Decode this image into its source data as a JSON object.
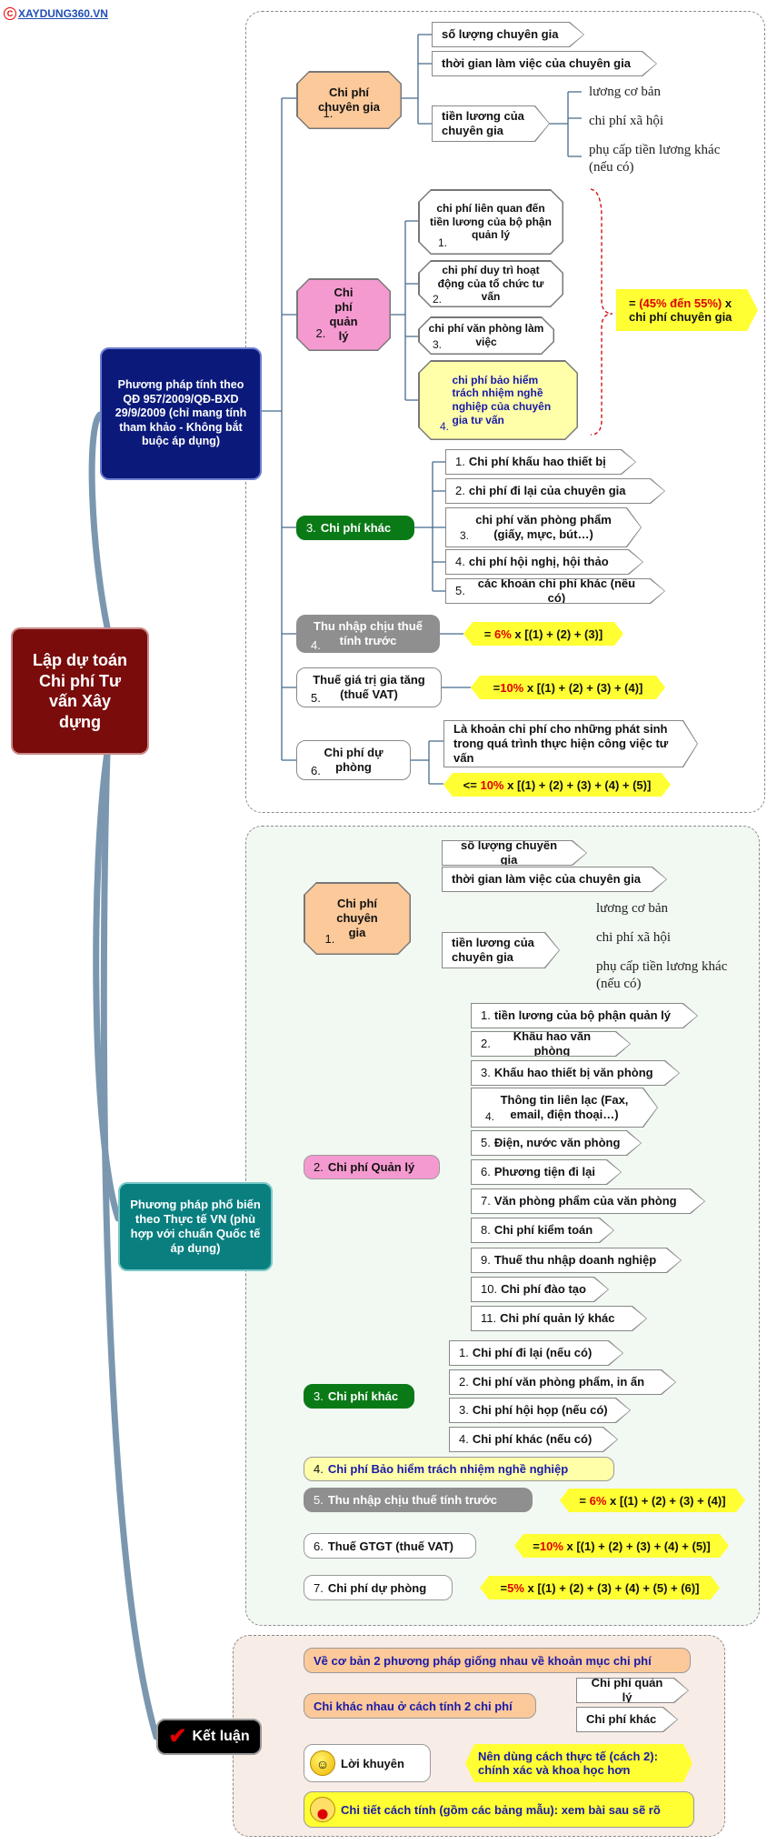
{
  "watermark": "XAYDUNG360.VN",
  "root": {
    "label": "Lập dự toán Chi phí Tư vấn Xây dựng"
  },
  "method1": {
    "label": "Phương pháp tính theo QĐ 957/2009/QĐ-BXD 29/9/2009 (chỉ mang tính tham khảo - Không bắt buộc áp dụng)",
    "expert": {
      "label": "Chi phí chuyên gia",
      "num": "1.",
      "items": [
        "số lượng chuyên gia",
        "thời gian làm việc của chuyên gia"
      ],
      "salary": {
        "label": "tiền lương của chuyên gia",
        "items": [
          "lương cơ bản",
          "chi phí xã hội",
          "phụ cấp tiền lương khác (nếu có)"
        ]
      }
    },
    "management": {
      "label": "Chi phí quản lý",
      "num": "2.",
      "items": [
        {
          "text": "chi phí liên quan đến tiền lương của bộ phận quản lý",
          "num": "1."
        },
        {
          "text": "chi phí duy trì hoạt động của tổ chức tư vấn",
          "num": "2."
        },
        {
          "text": "chi phí văn phòng làm việc",
          "num": "3."
        },
        {
          "text": "chi phí bảo hiểm trách nhiệm nghề nghiệp của chuyên gia tư vấn",
          "num": "4."
        }
      ],
      "formula_pct": "(45% đến 55%)",
      "formula_pre": "= ",
      "formula_post": " x chi phí chuyên gia"
    },
    "other": {
      "label": "Chi phí khác",
      "num": "3.",
      "items": [
        {
          "text": "Chi phí khấu hao thiết bị",
          "num": "1."
        },
        {
          "text": "chi phí đi lại của chuyên gia",
          "num": "2."
        },
        {
          "text": "chi phí văn phòng phẩm (giấy, mực, bút…)",
          "num": "3."
        },
        {
          "text": "chi phí hội nghị, hội thảo",
          "num": "4."
        },
        {
          "text": "các khoản chi phí khác (nếu có)",
          "num": "5."
        }
      ]
    },
    "income": {
      "label": "Thu nhập chịu thuế tính trước",
      "num": "4.",
      "f_pre": "= ",
      "f_pct": "6%",
      "f_post": " x [(1) + (2) + (3)]"
    },
    "vat": {
      "label": "Thuế giá trị gia tăng (thuế VAT)",
      "num": "5.",
      "f_pre": "=",
      "f_pct": "10%",
      "f_post": " x [(1) + (2) + (3) + (4)]"
    },
    "reserve": {
      "label": "Chi phí dự phòng",
      "num": "6.",
      "desc": "Là khoản chi phí cho những phát sinh trong quá trình thực hiện công việc tư vấn",
      "f_pre": "<= ",
      "f_pct": "10%",
      "f_post": " x [(1) + (2) + (3) + (4) + (5)]"
    }
  },
  "method2": {
    "label": "Phương pháp phổ biến theo Thực tế VN (phù hợp với chuẩn Quốc tế áp dụng)",
    "expert": {
      "label": "Chi phí chuyên gia",
      "num": "1.",
      "items": [
        "số lượng chuyên gia",
        "thời gian làm việc của chuyên gia"
      ],
      "salary": {
        "label": "tiền lương của chuyên gia",
        "items": [
          "lương cơ bản",
          "chi phí xã hội",
          "phụ cấp tiền lương khác (nếu có)"
        ]
      }
    },
    "management": {
      "label": "Chi phí Quản lý",
      "num": "2.",
      "items": [
        {
          "text": "tiền lương của bộ phận quản lý",
          "num": "1."
        },
        {
          "text": "Khấu hao văn phòng",
          "num": "2."
        },
        {
          "text": "Khấu hao thiết bị văn phòng",
          "num": "3."
        },
        {
          "text": "Thông tin liên lạc (Fax, email, điện thoại…)",
          "num": "4."
        },
        {
          "text": "Điện, nước văn phòng",
          "num": "5."
        },
        {
          "text": "Phương tiện đi lại",
          "num": "6."
        },
        {
          "text": "Văn phòng phẩm của văn phòng",
          "num": "7."
        },
        {
          "text": "Chi phí kiểm toán",
          "num": "8."
        },
        {
          "text": "Thuế thu nhập doanh nghiệp",
          "num": "9."
        },
        {
          "text": "Chi phí đào tạo",
          "num": "10."
        },
        {
          "text": "Chi phí quản lý khác",
          "num": "11."
        }
      ]
    },
    "other": {
      "label": "Chi phí khác",
      "num": "3.",
      "items": [
        {
          "text": "Chi phí đi lại (nếu có)",
          "num": "1."
        },
        {
          "text": "Chi phí văn phòng phẩm, in ấn",
          "num": "2."
        },
        {
          "text": "Chi phí hội họp (nếu có)",
          "num": "3."
        },
        {
          "text": "Chi phí khác (nếu có)",
          "num": "4."
        }
      ]
    },
    "insurance": {
      "label": "Chi phí Bảo hiểm trách nhiệm nghề nghiệp",
      "num": "4."
    },
    "income": {
      "label": "Thu nhập chịu thuế tính trước",
      "num": "5.",
      "f_pre": "= ",
      "f_pct": "6%",
      "f_post": " x [(1) + (2) + (3) + (4)]"
    },
    "vat": {
      "label": "Thuế GTGT (thuế VAT)",
      "num": "6.",
      "f_pre": "=",
      "f_pct": "10%",
      "f_post": " x [(1) + (2) + (3) + (4) + (5)]"
    },
    "reserve": {
      "label": "Chi phí dự phòng",
      "num": "7.",
      "f_pre": "=",
      "f_pct": "5%",
      "f_post": " x [(1) + (2) + (3) + (4) + (5) + (6)]"
    }
  },
  "conclusion": {
    "label": "Kết luận",
    "same": "Về cơ bản 2 phương pháp giống nhau về khoản mục chi phí",
    "diff": "Chi khác nhau ở cách tính 2 chi phí",
    "diff_items": [
      "Chi phí quản lý",
      "Chi phí khác"
    ],
    "advice": "Lời khuyên",
    "advice_text": "Nên dùng cách thực tế (cách 2): chính xác và khoa học hơn",
    "detail": "Chi tiết cách tính (gồm các bảng mẫu): xem bài sau sẽ rõ"
  },
  "colors": {
    "navy": "#0b1a7a",
    "teal": "#0a7f80",
    "root": "#7a0c0c",
    "green": "#0a7a16",
    "grey": "#8f8f8f",
    "yellow": "#ffff33",
    "peach": "#fbc99a",
    "pink": "#f59ad0"
  }
}
